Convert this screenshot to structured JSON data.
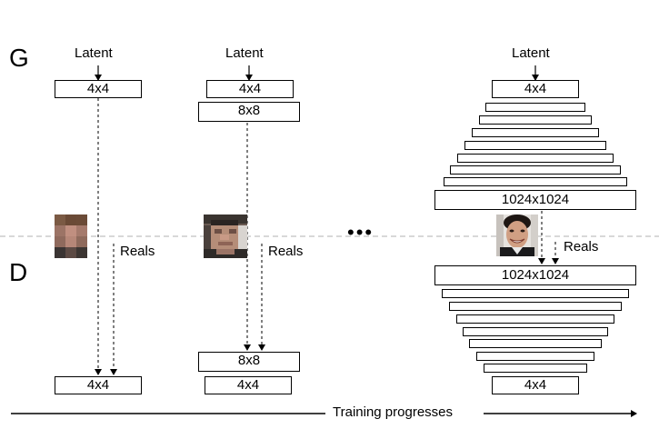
{
  "labels": {
    "generator": "G",
    "discriminator": "D",
    "latent": "Latent",
    "reals": "Reals",
    "training_progresses": "Training progresses",
    "ellipsis": "•••"
  },
  "stages": [
    {
      "name": "stage-1",
      "generator_blocks": [
        "4x4"
      ],
      "discriminator_blocks": [
        "4x4"
      ],
      "sample": "blurry-face-4x4"
    },
    {
      "name": "stage-2",
      "generator_blocks": [
        "4x4",
        "8x8"
      ],
      "discriminator_blocks": [
        "8x8",
        "4x4"
      ],
      "sample": "pixelated-face-8x8"
    },
    {
      "name": "stage-final",
      "generator_blocks": [
        "4x4",
        "",
        "",
        "",
        "",
        "",
        "",
        "",
        "",
        "1024x1024"
      ],
      "discriminator_blocks": [
        "1024x1024",
        "",
        "",
        "",
        "",
        "",
        "",
        "",
        "",
        "4x4"
      ],
      "sample": "face-photo-1024x1024"
    }
  ],
  "colors": {
    "line": "#000000",
    "separator": "#b0b0b0"
  }
}
